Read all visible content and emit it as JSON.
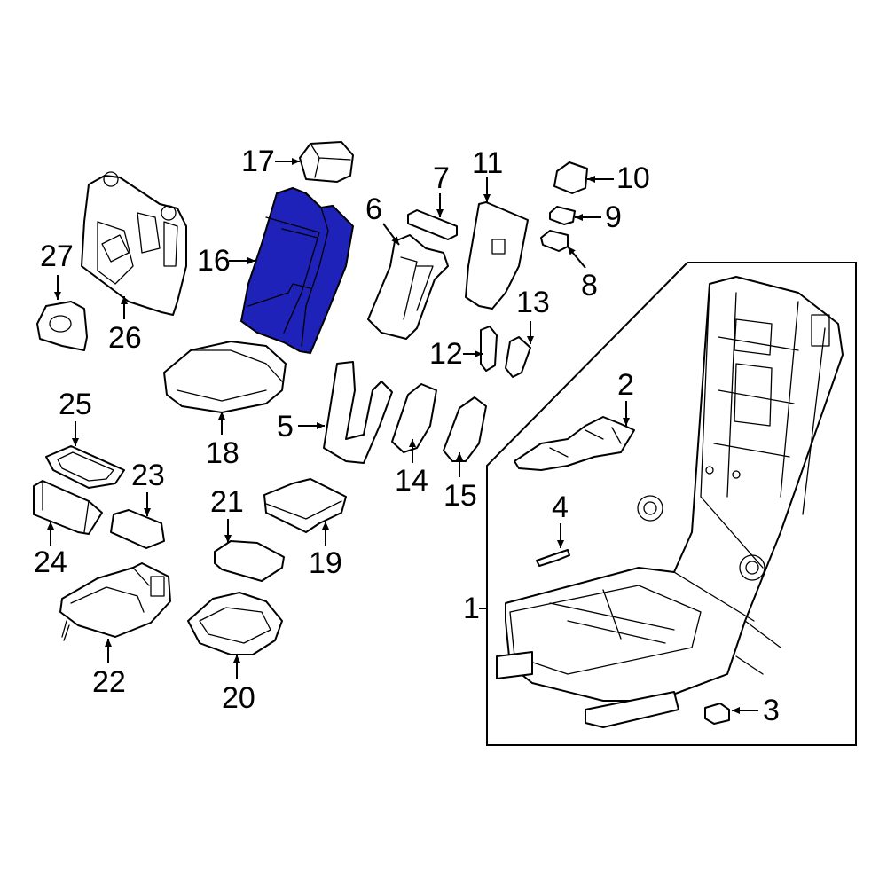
{
  "diagram": {
    "highlight_color": "#1e22b8",
    "highlighted_part": "16",
    "callouts": [
      "1",
      "2",
      "3",
      "4",
      "5",
      "6",
      "7",
      "8",
      "9",
      "10",
      "11",
      "12",
      "13",
      "14",
      "15",
      "16",
      "17",
      "18",
      "19",
      "20",
      "21",
      "22",
      "23",
      "24",
      "25",
      "26",
      "27"
    ]
  }
}
